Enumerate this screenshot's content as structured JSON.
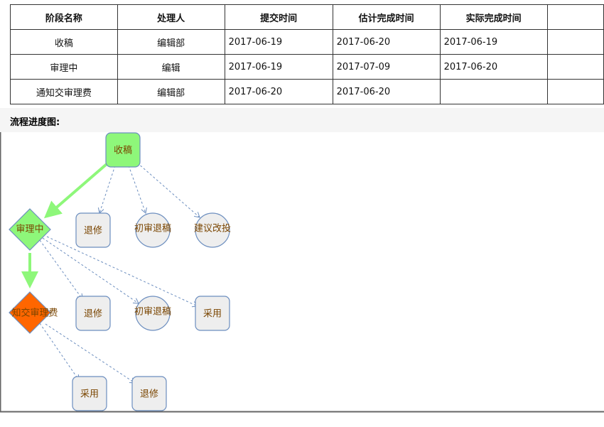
{
  "table": {
    "headers": [
      "阶段名称",
      "处理人",
      "提交时间",
      "估计完成时间",
      "实际完成时间",
      ""
    ],
    "rows": [
      [
        "收稿",
        "编辑部",
        "2017-06-19",
        "2017-06-20",
        "2017-06-19",
        ""
      ],
      [
        "审理中",
        "编辑",
        "2017-06-19",
        "2017-07-09",
        "2017-06-20",
        ""
      ],
      [
        "通知交审理费",
        "编辑部",
        "2017-06-20",
        "2017-06-20",
        "",
        ""
      ]
    ]
  },
  "section_title": "流程进度图:",
  "diagram": {
    "nodes": {
      "n1": "收稿",
      "n2": "审理中",
      "n3": "退修",
      "n4": "初审退稿",
      "n5": "建议改投",
      "n6": "知交审理费",
      "n7": "退修",
      "n8": "初审退稿",
      "n9": "采用",
      "n10": "采用",
      "n11": "退修"
    },
    "colors": {
      "done": "#8ef77a",
      "current": "#ff6600",
      "pending": "#eeeeee",
      "stroke": "#6c8ebf"
    }
  }
}
